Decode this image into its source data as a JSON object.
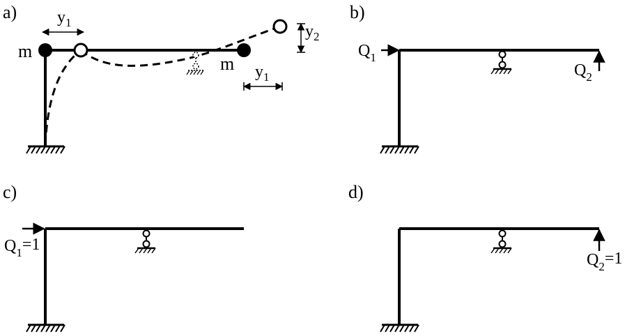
{
  "panels": {
    "a": {
      "label": "a)",
      "mass_label_left": "m",
      "mass_label_right": "m",
      "y1_top": {
        "base": "y",
        "sub": "1"
      },
      "y1_right": {
        "base": "y",
        "sub": "1"
      },
      "y2": {
        "base": "y",
        "sub": "2"
      }
    },
    "b": {
      "label": "b)",
      "q1": {
        "base": "Q",
        "sub": "1"
      },
      "q2": {
        "base": "Q",
        "sub": "2"
      }
    },
    "c": {
      "label": "c)",
      "q1": {
        "base": "Q",
        "sub": "1",
        "suffix": "=1"
      }
    },
    "d": {
      "label": "d)",
      "q2": {
        "base": "Q",
        "sub": "2",
        "suffix": "=1"
      }
    }
  }
}
